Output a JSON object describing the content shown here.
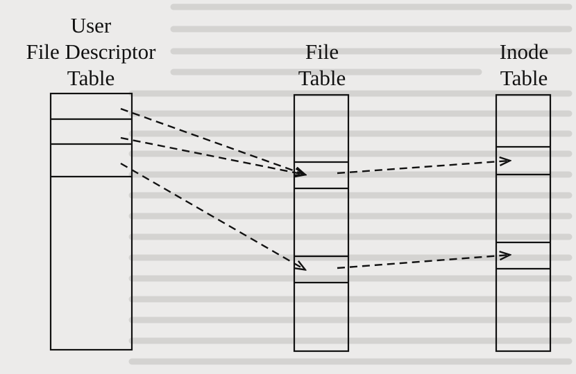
{
  "background": {
    "paper_color": "#ecebea",
    "ink_color": "#111111"
  },
  "tables": [
    {
      "id": "user-fd-table",
      "title_lines": [
        "User",
        "File Descriptor",
        "Table"
      ]
    },
    {
      "id": "file-table",
      "title_lines": [
        "File",
        "Table"
      ]
    },
    {
      "id": "inode-table",
      "title_lines": [
        "Inode",
        "Table"
      ]
    }
  ],
  "arrow_style": "dashed"
}
